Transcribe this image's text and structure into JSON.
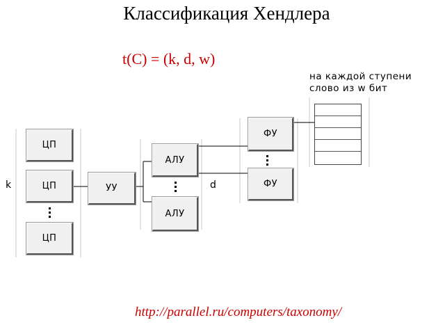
{
  "title": "Классификация Хендлера",
  "formula": "t(C) = (k, d, w)",
  "note": {
    "line1": "на каждой ступени",
    "line2": "слово из w бит"
  },
  "diagram": {
    "cpu_boxes": [
      "ЦП",
      "ЦП",
      "ЦП"
    ],
    "control_unit": "УУ",
    "alu_boxes": [
      "АЛУ",
      "АЛУ"
    ],
    "fu_boxes": [
      "ФУ",
      "ФУ"
    ],
    "k_label": "k",
    "d_label": "d"
  },
  "url": "http://parallel.ru/computers/taxonomy/"
}
